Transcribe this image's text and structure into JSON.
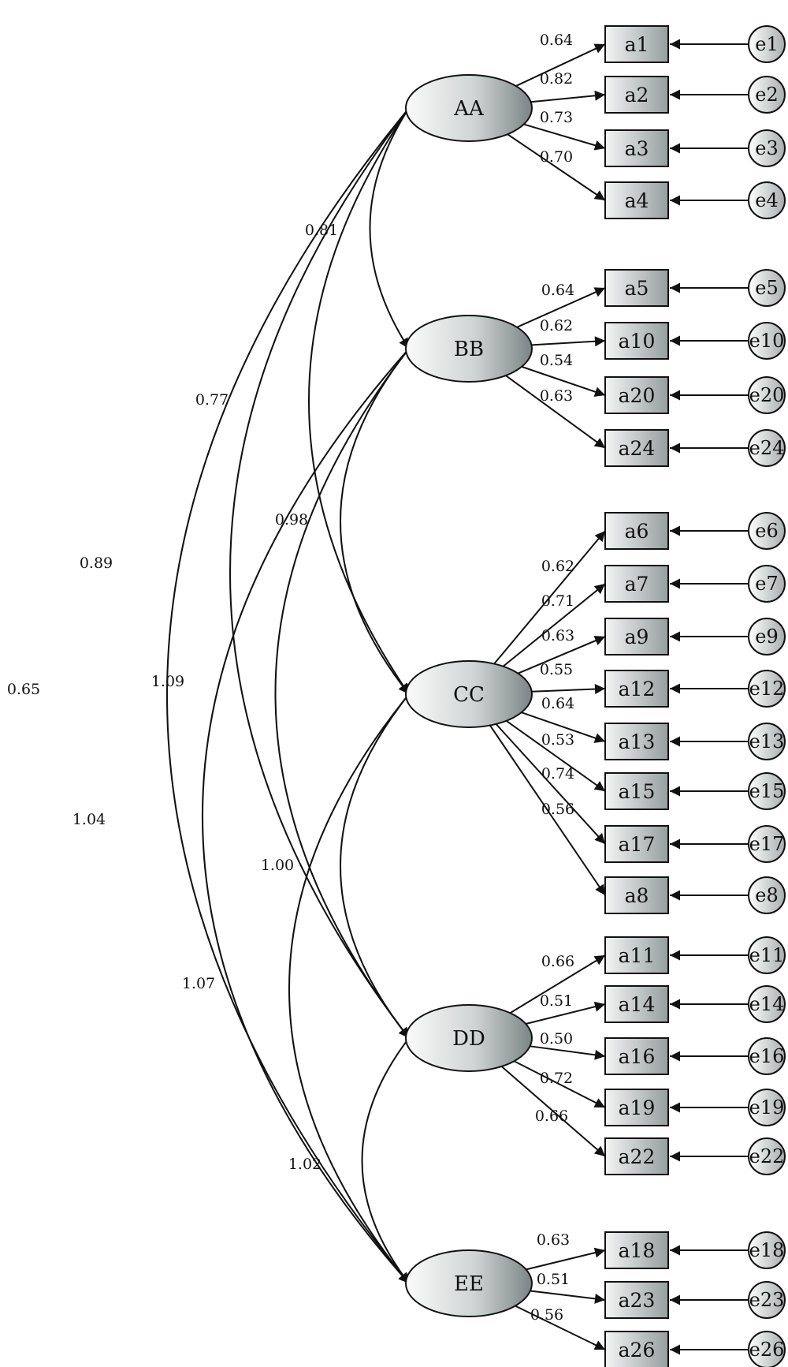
{
  "factors": [
    {
      "id": "AA",
      "label": "AA",
      "indicators": [
        {
          "label": "a1",
          "error": "e1",
          "loading": "0.64"
        },
        {
          "label": "a2",
          "error": "e2",
          "loading": "0.82"
        },
        {
          "label": "a3",
          "error": "e3",
          "loading": "0.73"
        },
        {
          "label": "a4",
          "error": "e4",
          "loading": "0.70"
        }
      ]
    },
    {
      "id": "BB",
      "label": "BB",
      "indicators": [
        {
          "label": "a5",
          "error": "e5",
          "loading": "0.64"
        },
        {
          "label": "a10",
          "error": "e10",
          "loading": "0.62"
        },
        {
          "label": "a20",
          "error": "e20",
          "loading": "0.54"
        },
        {
          "label": "a24",
          "error": "e24",
          "loading": "0.63"
        }
      ]
    },
    {
      "id": "CC",
      "label": "CC",
      "indicators": [
        {
          "label": "a6",
          "error": "e6",
          "loading": "0.62"
        },
        {
          "label": "a7",
          "error": "e7",
          "loading": "0.71"
        },
        {
          "label": "a9",
          "error": "e9",
          "loading": "0.63"
        },
        {
          "label": "a12",
          "error": "e12",
          "loading": "0.55"
        },
        {
          "label": "a13",
          "error": "e13",
          "loading": "0.64"
        },
        {
          "label": "a15",
          "error": "e15",
          "loading": "0.53"
        },
        {
          "label": "a17",
          "error": "e17",
          "loading": "0.74"
        },
        {
          "label": "a8",
          "error": "e8",
          "loading": "0.56"
        }
      ]
    },
    {
      "id": "DD",
      "label": "DD",
      "indicators": [
        {
          "label": "a11",
          "error": "e11",
          "loading": "0.66"
        },
        {
          "label": "a14",
          "error": "e14",
          "loading": "0.51"
        },
        {
          "label": "a16",
          "error": "e16",
          "loading": "0.50"
        },
        {
          "label": "a19",
          "error": "e19",
          "loading": "0.72"
        },
        {
          "label": "a22",
          "error": "e22",
          "loading": "0.66"
        }
      ]
    },
    {
      "id": "EE",
      "label": "EE",
      "indicators": [
        {
          "label": "a18",
          "error": "e18",
          "loading": "0.63"
        },
        {
          "label": "a23",
          "error": "e23",
          "loading": "0.51"
        },
        {
          "label": "a26",
          "error": "e26",
          "loading": "0.56"
        }
      ]
    }
  ],
  "correlations": [
    {
      "from": "AA",
      "to": "BB",
      "value": "0.81"
    },
    {
      "from": "AA",
      "to": "CC",
      "value": "0.77"
    },
    {
      "from": "AA",
      "to": "DD",
      "value": "0.89"
    },
    {
      "from": "AA",
      "to": "EE",
      "value": "0.65"
    },
    {
      "from": "BB",
      "to": "CC",
      "value": "0.98"
    },
    {
      "from": "BB",
      "to": "DD",
      "value": "1.09"
    },
    {
      "from": "BB",
      "to": "EE",
      "value": "1.04"
    },
    {
      "from": "CC",
      "to": "DD",
      "value": "1.00"
    },
    {
      "from": "CC",
      "to": "EE",
      "value": "1.07"
    },
    {
      "from": "DD",
      "to": "EE",
      "value": "1.02"
    }
  ]
}
